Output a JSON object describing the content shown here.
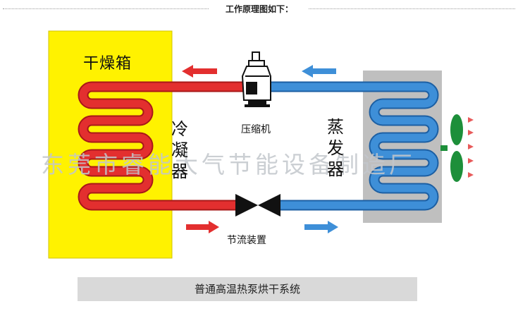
{
  "header": {
    "title": "工作原理图如下："
  },
  "labels": {
    "dryer": "干燥箱",
    "condenser": "冷凝器",
    "compressor": "压缩机",
    "evaporator": "蒸发器",
    "throttle": "节流装置"
  },
  "watermark": "东莞市睿能大气节能设备制造厂",
  "caption": "普通高温热泵烘干系统",
  "colors": {
    "hot_pipe": "#e32f2f",
    "cold_pipe": "#3e8fd8",
    "dryer_box": "#fff200",
    "evaporator_box": "#bfbfbf",
    "fan": "#1d8f3a",
    "valve": "#111111"
  },
  "icons": {
    "compressor": "compressor-icon",
    "throttle": "throttle-valve-icon",
    "fan": "fan-icon"
  }
}
